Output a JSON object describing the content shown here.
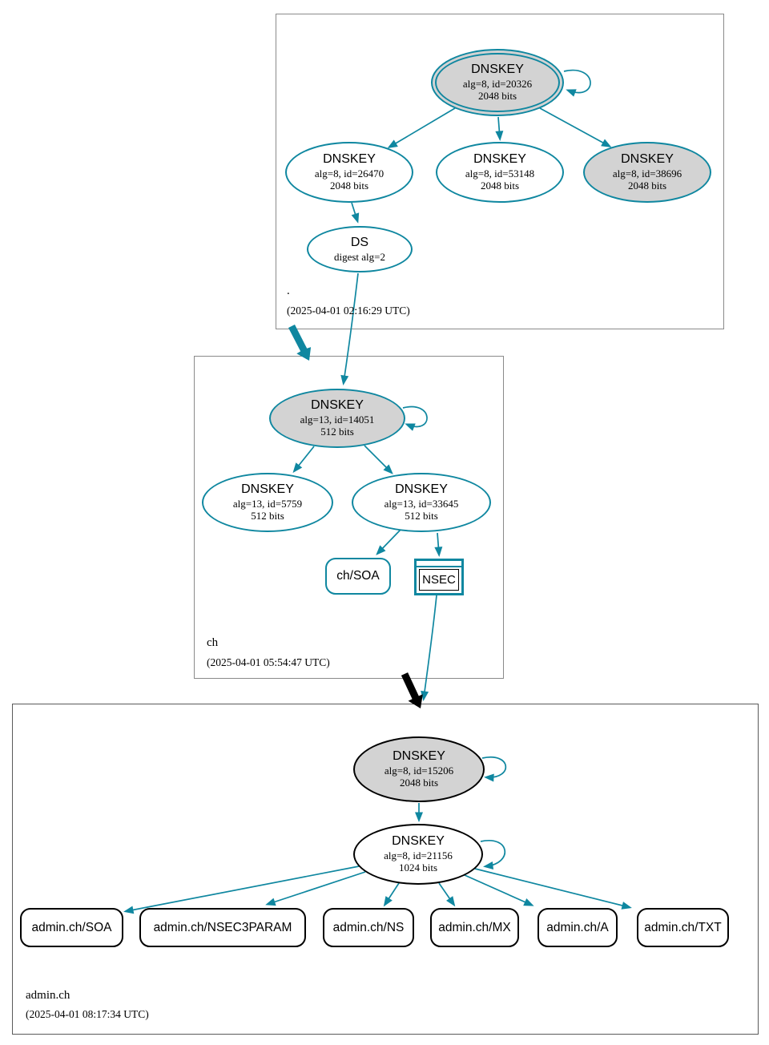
{
  "graph": {
    "colors": {
      "secure_teal": "#0f87a0",
      "key_fill_gray": "#d3d3d3",
      "insecure_black": "#000000",
      "node_border_black": "#000000"
    },
    "zones": [
      {
        "name": ".",
        "timestamp": "(2025-04-01 02:16:29 UTC)",
        "ksk": {
          "title": "DNSKEY",
          "alg": "alg=8, id=20326",
          "bits": "2048 bits"
        },
        "zsk1": {
          "title": "DNSKEY",
          "alg": "alg=8, id=26470",
          "bits": "2048 bits"
        },
        "zsk2": {
          "title": "DNSKEY",
          "alg": "alg=8, id=53148",
          "bits": "2048 bits"
        },
        "zsk3": {
          "title": "DNSKEY",
          "alg": "alg=8, id=38696",
          "bits": "2048 bits"
        },
        "ds": {
          "title": "DS",
          "digest": "digest alg=2"
        }
      },
      {
        "name": "ch",
        "timestamp": "(2025-04-01 05:54:47 UTC)",
        "ksk": {
          "title": "DNSKEY",
          "alg": "alg=13, id=14051",
          "bits": "512 bits"
        },
        "zsk1": {
          "title": "DNSKEY",
          "alg": "alg=13, id=5759",
          "bits": "512 bits"
        },
        "zsk2": {
          "title": "DNSKEY",
          "alg": "alg=13, id=33645",
          "bits": "512 bits"
        },
        "soa": "ch/SOA",
        "nsec": "NSEC"
      },
      {
        "name": "admin.ch",
        "timestamp": "(2025-04-01 08:17:34 UTC)",
        "ksk": {
          "title": "DNSKEY",
          "alg": "alg=8, id=15206",
          "bits": "2048 bits"
        },
        "zsk": {
          "title": "DNSKEY",
          "alg": "alg=8, id=21156",
          "bits": "1024 bits"
        },
        "records": [
          "admin.ch/SOA",
          "admin.ch/NSEC3PARAM",
          "admin.ch/NS",
          "admin.ch/MX",
          "admin.ch/A",
          "admin.ch/TXT"
        ]
      }
    ]
  }
}
